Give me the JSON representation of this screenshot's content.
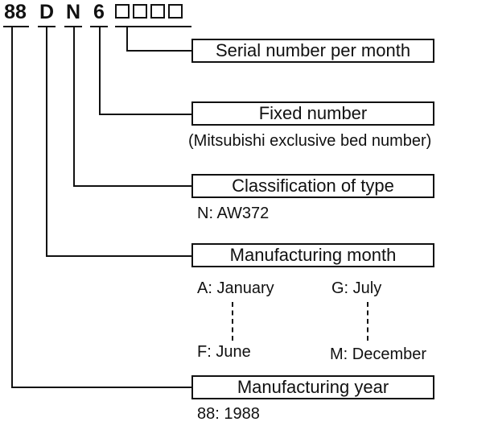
{
  "code": {
    "year": "88",
    "month": "D",
    "type": "N",
    "fixed": "6"
  },
  "labels": {
    "serial": "Serial number per month",
    "fixed": "Fixed  number",
    "fixed_note": "(Mitsubishi exclusive bed number)",
    "classification": "Classification of type",
    "classification_note": "N: AW372",
    "month": "Manufacturing month",
    "month_a": "A: January",
    "month_g": "G: July",
    "month_f": "F: June",
    "month_m": "M: December",
    "year": "Manufacturing year",
    "year_note": "88: 1988"
  }
}
